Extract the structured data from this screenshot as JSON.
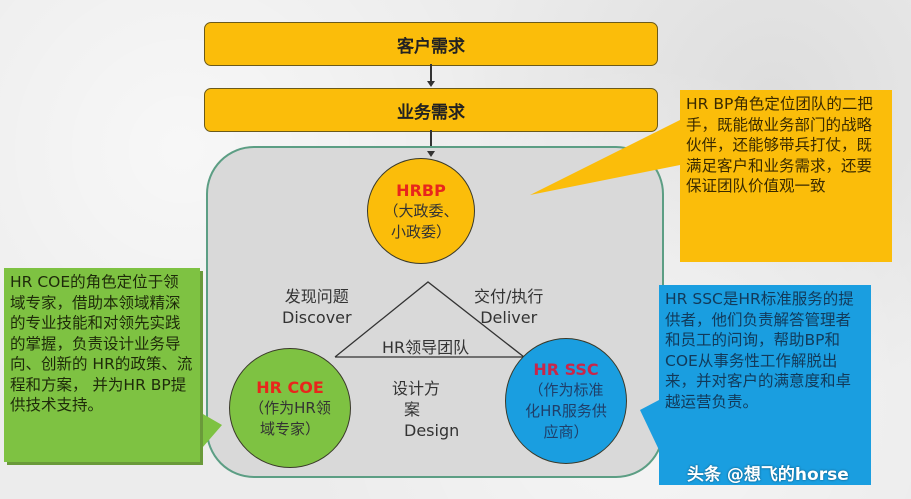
{
  "flow": {
    "customer_demand": "客户需求",
    "business_demand": "业务需求"
  },
  "team": {
    "center_label": "HR领导团队",
    "hrbp": {
      "title": "HRBP",
      "line1": "（大政委、",
      "line2": "小政委）"
    },
    "coe": {
      "title": "HR COE",
      "line1": "（作为HR领",
      "line2": "域专家）"
    },
    "ssc": {
      "title": "HR SSC",
      "line1": "（作为标准",
      "line2": "化HR服务供",
      "line3": "应商）"
    },
    "edges": {
      "discover_cn": "发现问题",
      "discover_en": "Discover",
      "deliver_cn": "交付/执行",
      "deliver_en": "Deliver",
      "design_cn1": "设计方",
      "design_cn2": "案",
      "design_en": "Design"
    }
  },
  "callouts": {
    "hrbp": "HR BP角色定位团队的二把手，既能做业务部门的战略伙伴，还能够带兵打仗，既满足客户和业务需求，还要保证团队价值观一致",
    "coe": "HR COE的角色定位于领域专家，借助本领域精深的专业技能和对领先实践的掌握，负责设计业务导向、创新的 HR的政策、流程和方案， 并为HR BP提供技术支持。",
    "ssc": "HR SSC是HR标准服务的提供者，他们负责解答管理者和员工的问询，帮助BP和COE从事务性工作解脱出来，并对客户的满意度和卓越运营负责。"
  },
  "colors": {
    "hrbp_yellow": "#fbbd0a",
    "coe_green": "#7ec242",
    "ssc_blue": "#1a9ee0",
    "title_red": "#e8261c",
    "panel_gray": "#d9d9d9",
    "panel_border": "#5c9e84"
  },
  "watermark": "头条 @想飞的horse"
}
